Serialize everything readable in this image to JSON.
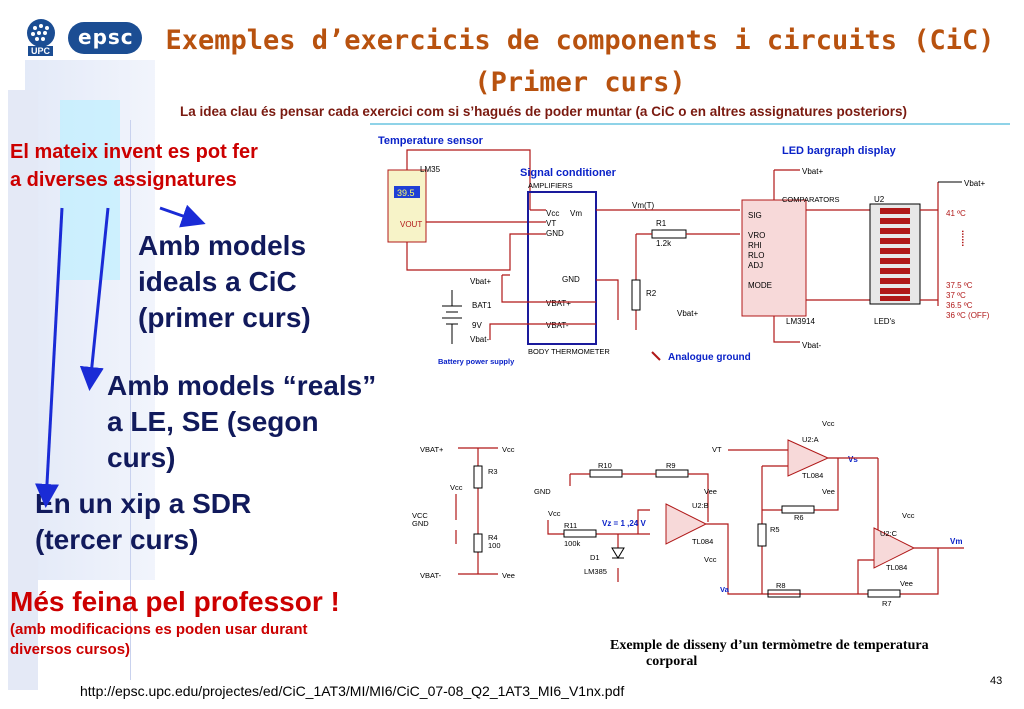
{
  "logos": {
    "upc_text": "UPC",
    "epsc_text": "epsc"
  },
  "title": {
    "line1": "Exemples d’exercicis de components i circuits (CiC)",
    "line2": "(Primer curs)"
  },
  "subtitle": "La idea clau és pensar cada exercici com si s’hagués de poder muntar (a CiC o en altres assignatures posteriors)",
  "left": {
    "invent": [
      "El mateix invent es pot fer",
      "a diverses assignatures"
    ],
    "ideal": [
      "Amb models",
      "ideals a CiC",
      "(primer curs)"
    ],
    "real": [
      "Amb models “reals”",
      "a LE, SE (segon",
      "curs)"
    ],
    "xip": [
      "En un xip a SDR",
      "(tercer curs)"
    ],
    "feina": "Més feina pel professor !",
    "feina_note": [
      "(amb modificacions es poden usar durant",
      "diversos cursos)"
    ]
  },
  "schematic1": {
    "temp_sensor": "Temperature sensor",
    "lm35": "LM35",
    "reading": "39.5",
    "vout": "VOUT",
    "signal_conditioner": "Signal conditioner",
    "amplifiers": "AMPLIFIERS",
    "vcc": "Vcc",
    "vt": "VT",
    "gnd": "GND",
    "vm": "Vm",
    "vm_t": "Vm(T)",
    "vbat_plus": "Vbat+",
    "vbat_minus": "Vbat-",
    "vbat_plus_cap": "VBAT+",
    "vbat_minus_cap": "VBAT-",
    "bat1": "BAT1",
    "nine_v": "9V",
    "battery_supply": "Battery power supply",
    "body_thermometer": "BODY THERMOMETER",
    "r1": "R1",
    "r1_val": "1.2k",
    "r2": "R2",
    "led_bargraph": "LED bargraph display",
    "comparators": "COMPARATORS",
    "u2": "U2",
    "sig": "SIG",
    "vro": "VRO",
    "rhi": "RHI",
    "rlo": "RLO",
    "adj": "ADJ",
    "mode": "MODE",
    "lm3914": "LM3914",
    "leds": "LED's",
    "analogue_ground": "Analogue ground",
    "temps": [
      "41 ºC",
      "37.5 ºC",
      "37 ºC",
      "36.5 ºC",
      "36 ºC (OFF)"
    ],
    "dots": "......"
  },
  "schematic2": {
    "vbat_plus": "VBAT+",
    "vbat_minus": "VBAT-",
    "vcc": "Vcc",
    "vee": "Vee",
    "gnd": "GND",
    "vcc_cap": "VCC",
    "r3": "R3",
    "r4": "R4",
    "r4_val": "100",
    "r5": "R5",
    "r6": "R6",
    "r7": "R7",
    "r8": "R8",
    "r9": "R9",
    "r10": "R10",
    "r11": "R11",
    "r11_val": "100k",
    "vz": "Vz = 1 ,24 V",
    "d1": "D1",
    "lm385": "LM385",
    "u2a": "U2:A",
    "u2b": "U2:B",
    "u2c": "U2:C",
    "tl084": "TL084",
    "vt": "VT",
    "vs": "Vs",
    "va": "Va",
    "vm": "Vm"
  },
  "caption": [
    "Exemple de disseny d’un termòmetre de temperatura",
    "corporal"
  ],
  "url": "http://epsc.upc.edu/projectes/ed/CiC_1AT3/MI/MI6/CiC_07-08_Q2_1AT3_MI6_V1nx.pdf",
  "page_number": "43",
  "colors": {
    "title": "#b8520f",
    "red_text": "#cc0000",
    "navy_text": "#111a5c",
    "arrow": "#1a2bd6",
    "wire": "#b01818"
  }
}
